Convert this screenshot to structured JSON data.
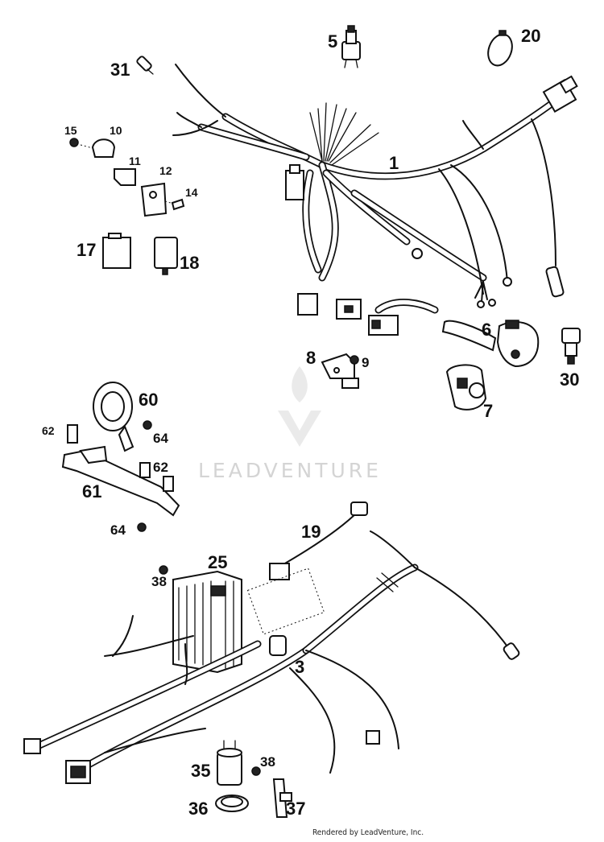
{
  "callouts": {
    "p1": "1",
    "p3": "3",
    "p5": "5",
    "p6": "6",
    "p7": "7",
    "p8": "8",
    "p9": "9",
    "p10": "10",
    "p11": "11",
    "p12": "12",
    "p14": "14",
    "p15": "15",
    "p17": "17",
    "p18": "18",
    "p19": "19",
    "p20": "20",
    "p25": "25",
    "p30": "30",
    "p31": "31",
    "p35": "35",
    "p36": "36",
    "p37": "37",
    "p38a": "38",
    "p38b": "38",
    "p60": "60",
    "p61": "61",
    "p62a": "62",
    "p62b": "62",
    "p64a": "64",
    "p64b": "64"
  },
  "watermark": "LEADVENTURE",
  "footer": "Rendered by LeadVenture, Inc."
}
